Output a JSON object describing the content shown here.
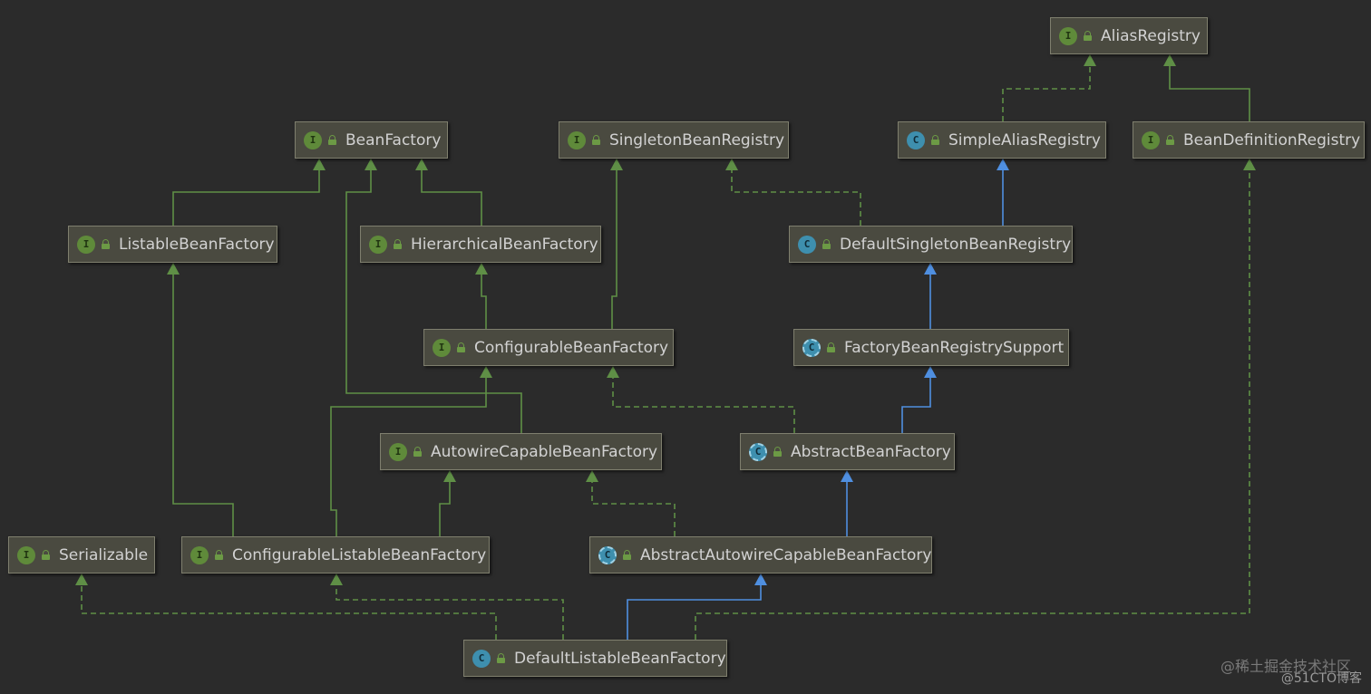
{
  "nodes": [
    {
      "id": "alias_registry",
      "label": "AliasRegistry",
      "kind": "interface",
      "kind_glyph": "I"
    },
    {
      "id": "bean_factory",
      "label": "BeanFactory",
      "kind": "interface",
      "kind_glyph": "I"
    },
    {
      "id": "singleton_bean_registry",
      "label": "SingletonBeanRegistry",
      "kind": "interface",
      "kind_glyph": "I"
    },
    {
      "id": "simple_alias_registry",
      "label": "SimpleAliasRegistry",
      "kind": "class",
      "kind_glyph": "C"
    },
    {
      "id": "bean_definition_registry",
      "label": "BeanDefinitionRegistry",
      "kind": "interface",
      "kind_glyph": "I"
    },
    {
      "id": "listable_bean_factory",
      "label": "ListableBeanFactory",
      "kind": "interface",
      "kind_glyph": "I"
    },
    {
      "id": "hierarchical_bean_factory",
      "label": "HierarchicalBeanFactory",
      "kind": "interface",
      "kind_glyph": "I"
    },
    {
      "id": "default_singleton_bean_registry",
      "label": "DefaultSingletonBeanRegistry",
      "kind": "class",
      "kind_glyph": "C"
    },
    {
      "id": "configurable_bean_factory",
      "label": "ConfigurableBeanFactory",
      "kind": "interface",
      "kind_glyph": "I"
    },
    {
      "id": "factory_bean_registry_support",
      "label": "FactoryBeanRegistrySupport",
      "kind": "abstract",
      "kind_glyph": "C"
    },
    {
      "id": "autowire_capable_bean_factory",
      "label": "AutowireCapableBeanFactory",
      "kind": "interface",
      "kind_glyph": "I"
    },
    {
      "id": "abstract_bean_factory",
      "label": "AbstractBeanFactory",
      "kind": "abstract",
      "kind_glyph": "C"
    },
    {
      "id": "serializable",
      "label": "Serializable",
      "kind": "interface",
      "kind_glyph": "I"
    },
    {
      "id": "configurable_listable_bean_factory",
      "label": "ConfigurableListableBeanFactory",
      "kind": "interface",
      "kind_glyph": "I"
    },
    {
      "id": "abstract_autowire_capable_bean_factory",
      "label": "AbstractAutowireCapableBeanFactory",
      "kind": "abstract",
      "kind_glyph": "C"
    },
    {
      "id": "default_listable_bean_factory",
      "label": "DefaultListableBeanFactory",
      "kind": "class",
      "kind_glyph": "C"
    }
  ],
  "edges": [
    {
      "from": "simple_alias_registry",
      "to": "alias_registry",
      "type": "implements"
    },
    {
      "from": "bean_definition_registry",
      "to": "alias_registry",
      "type": "interface-extends"
    },
    {
      "from": "listable_bean_factory",
      "to": "bean_factory",
      "type": "interface-extends"
    },
    {
      "from": "hierarchical_bean_factory",
      "to": "bean_factory",
      "type": "interface-extends"
    },
    {
      "from": "autowire_capable_bean_factory",
      "to": "bean_factory",
      "type": "interface-extends"
    },
    {
      "from": "default_singleton_bean_registry",
      "to": "singleton_bean_registry",
      "type": "implements"
    },
    {
      "from": "default_singleton_bean_registry",
      "to": "simple_alias_registry",
      "type": "class-extends"
    },
    {
      "from": "configurable_bean_factory",
      "to": "hierarchical_bean_factory",
      "type": "interface-extends"
    },
    {
      "from": "configurable_bean_factory",
      "to": "singleton_bean_registry",
      "type": "interface-extends"
    },
    {
      "from": "factory_bean_registry_support",
      "to": "default_singleton_bean_registry",
      "type": "class-extends"
    },
    {
      "from": "abstract_bean_factory",
      "to": "factory_bean_registry_support",
      "type": "class-extends"
    },
    {
      "from": "abstract_bean_factory",
      "to": "configurable_bean_factory",
      "type": "implements"
    },
    {
      "from": "configurable_listable_bean_factory",
      "to": "listable_bean_factory",
      "type": "interface-extends"
    },
    {
      "from": "configurable_listable_bean_factory",
      "to": "configurable_bean_factory",
      "type": "interface-extends"
    },
    {
      "from": "configurable_listable_bean_factory",
      "to": "autowire_capable_bean_factory",
      "type": "interface-extends"
    },
    {
      "from": "abstract_autowire_capable_bean_factory",
      "to": "abstract_bean_factory",
      "type": "class-extends"
    },
    {
      "from": "abstract_autowire_capable_bean_factory",
      "to": "autowire_capable_bean_factory",
      "type": "implements"
    },
    {
      "from": "default_listable_bean_factory",
      "to": "serializable",
      "type": "implements"
    },
    {
      "from": "default_listable_bean_factory",
      "to": "configurable_listable_bean_factory",
      "type": "implements"
    },
    {
      "from": "default_listable_bean_factory",
      "to": "abstract_autowire_capable_bean_factory",
      "type": "class-extends"
    },
    {
      "from": "default_listable_bean_factory",
      "to": "bean_definition_registry",
      "type": "implements"
    }
  ],
  "colors": {
    "background": "#2b2b2b",
    "node_fill": "#4a4a40",
    "node_border": "#7f7f6e",
    "interface_edge": "#5f8f46",
    "class_edge": "#4f8fe0",
    "implements_edge": "#5f8f46"
  },
  "watermark": {
    "line1": "@稀土掘金技术社区",
    "line2": "@51CTO博客"
  }
}
